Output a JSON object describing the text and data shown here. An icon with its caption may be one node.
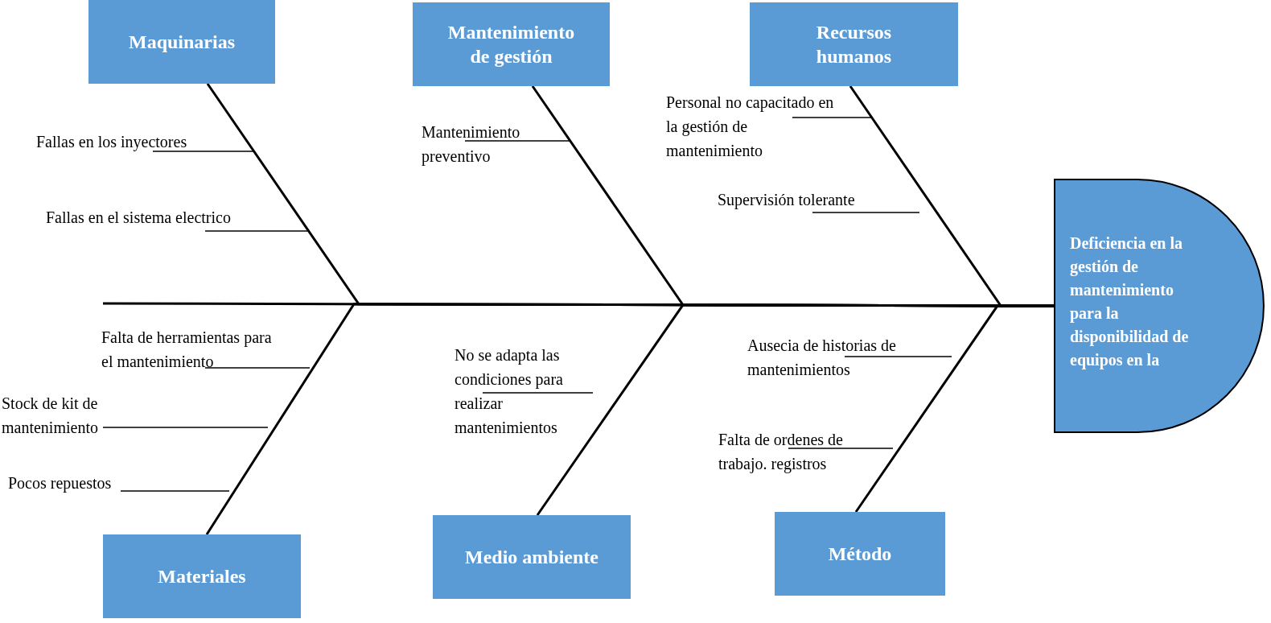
{
  "diagram": {
    "nodes": [
      {
        "text": [
          "Maquinarias"
        ]
      },
      {
        "text": [
          "Mantenimiento de gestión"
        ]
      },
      {
        "text": [
          "Recursos humanos"
        ]
      },
      {
        "text": [
          "Deficiencia en la gestión de mantenimiento para la disponibilidad de equipos en la"
        ]
      },
      {
        "text": [
          "Materiales"
        ]
      },
      {
        "text": [
          "Medio ambiente"
        ]
      },
      {
        "text": [
          "Método"
        ]
      },
      {
        "text": [
          "Fallas en los inyectores"
        ]
      },
      {
        "text": [
          "Fallas en el sistema electrico"
        ]
      },
      {
        "text": [
          "Mantenimiento preventivo"
        ]
      },
      {
        "text": [
          "Personal no capacitado en la gestión de mantenimiento"
        ]
      },
      {
        "text": [
          "Supervisión tolerante"
        ]
      },
      {
        "text": [
          "Falta de herramientas para el mantenimiento"
        ]
      },
      {
        "text": [
          "Stock de kit de mantenimiento"
        ]
      },
      {
        "text": [
          "Pocos repuestos"
        ]
      },
      {
        "text": [
          "No se adapta las condiciones para realizar mantenimientos"
        ]
      },
      {
        "text": [
          "Ausecia de historias de mantenimientos"
        ]
      },
      {
        "text": [
          "Falta de ordenes de trabajo. registros"
        ]
      }
    ],
    "edges": [
      {
        "from": null,
        "to": 3,
        "arrow": "none"
      },
      {
        "from": 0,
        "to": 3,
        "arrow": "none"
      },
      {
        "from": 1,
        "to": 3,
        "arrow": "none"
      },
      {
        "from": 2,
        "to": 3,
        "arrow": "none"
      },
      {
        "from": 4,
        "to": 3,
        "arrow": "none"
      },
      {
        "from": 5,
        "to": 3,
        "arrow": "none"
      },
      {
        "from": 6,
        "to": 3,
        "arrow": "none"
      },
      {
        "from": 7,
        "to": null,
        "arrow": "none"
      },
      {
        "from": 8,
        "to": null,
        "arrow": "none"
      },
      {
        "from": 9,
        "to": null,
        "arrow": "none"
      },
      {
        "from": 10,
        "to": null,
        "arrow": "none"
      },
      {
        "from": 11,
        "to": null,
        "arrow": "none"
      },
      {
        "from": 12,
        "to": null,
        "arrow": "none"
      },
      {
        "from": 13,
        "to": null,
        "arrow": "none"
      },
      {
        "from": 14,
        "to": null,
        "arrow": "none"
      },
      {
        "from": 15,
        "to": null,
        "arrow": "none"
      },
      {
        "from": 16,
        "to": null,
        "arrow": "none"
      },
      {
        "from": 17,
        "to": null,
        "arrow": "none"
      }
    ]
  }
}
